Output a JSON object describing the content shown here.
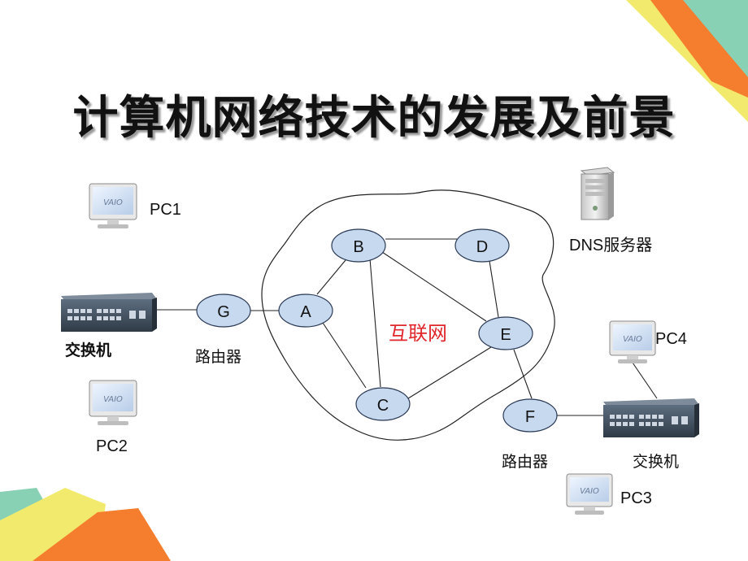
{
  "title": "计算机网络技术的发展及前景",
  "cloud_label": "互联网",
  "colors": {
    "node_fill": "#c7d9ef",
    "node_stroke": "#2b3a55",
    "cloud_label": "#e0252b",
    "deco_orange": "#f47d2e",
    "deco_yellow": "#f2ea6c",
    "deco_teal": "#89d1b4"
  },
  "nodes": [
    "A",
    "B",
    "C",
    "D",
    "E",
    "F",
    "G"
  ],
  "labels": {
    "pc1": "PC1",
    "pc2": "PC2",
    "pc3": "PC3",
    "pc4": "PC4",
    "dns": "DNS服务器",
    "switch_left": "交换机",
    "switch_right": "交换机",
    "router_left": "路由器",
    "router_right": "路由器"
  },
  "icons": {
    "pc": "vaio-monitor-icon",
    "server": "server-tower-icon",
    "switch": "network-switch-icon"
  }
}
